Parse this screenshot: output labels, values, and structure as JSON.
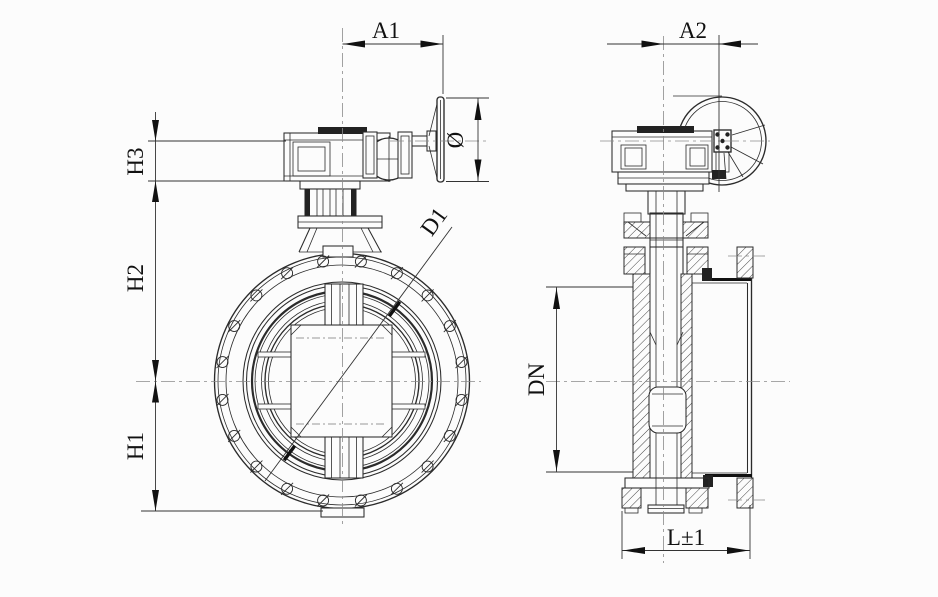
{
  "drawing": {
    "labels": {
      "a1": "A1",
      "a2": "A2",
      "h1": "H1",
      "h2": "H2",
      "h3": "H3",
      "diameter": "Ø",
      "d1": "D1",
      "dn": "DN",
      "length": "L±1"
    },
    "colors": {
      "line": "#2b2b2b",
      "background": "#fcfcfc",
      "dim_line": "#333333"
    }
  }
}
